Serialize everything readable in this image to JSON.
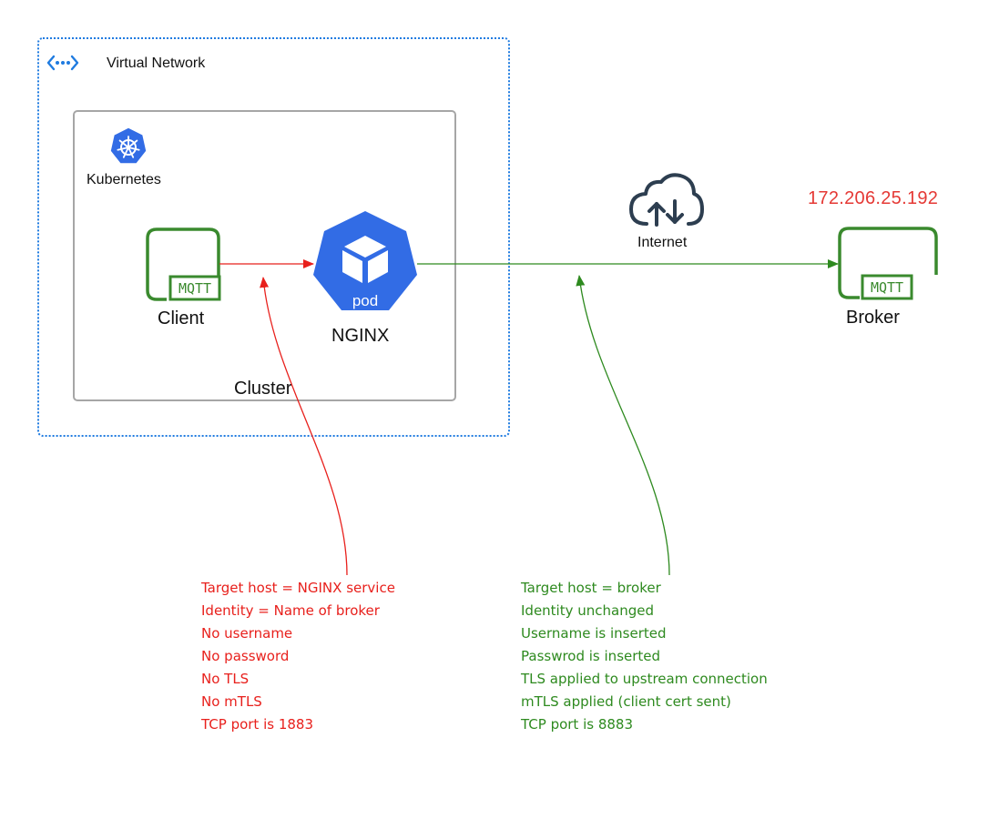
{
  "vnet": {
    "label": "Virtual Network",
    "icon": "virtual-network-icon"
  },
  "kubernetes": {
    "label": "Kubernetes",
    "icon": "kubernetes-helm-icon"
  },
  "cluster": {
    "label": "Cluster"
  },
  "client": {
    "label": "Client",
    "badge": "MQTT"
  },
  "nginx": {
    "label": "NGINX",
    "pod_label": "pod"
  },
  "internet": {
    "label": "Internet",
    "icon": "cloud-upload-download-icon"
  },
  "broker": {
    "label": "Broker",
    "badge": "MQTT",
    "ip": "172.206.25.192"
  },
  "notes": {
    "client_to_nginx": [
      "Target host = NGINX service",
      "Identity = Name of broker",
      "No username",
      "No password",
      "No TLS",
      "No mTLS",
      "TCP port is 1883"
    ],
    "nginx_to_broker": [
      "Target host = broker",
      "Identity unchanged",
      "Username is inserted",
      "Passwrod is inserted",
      "TLS applied to upstream connection",
      "mTLS applied (client cert sent)",
      "TCP port is 8883"
    ]
  },
  "colors": {
    "red": "#e8201c",
    "green": "#2e8a1f",
    "k8s_blue": "#326ce5",
    "vnet_blue": "#1f7be0"
  }
}
